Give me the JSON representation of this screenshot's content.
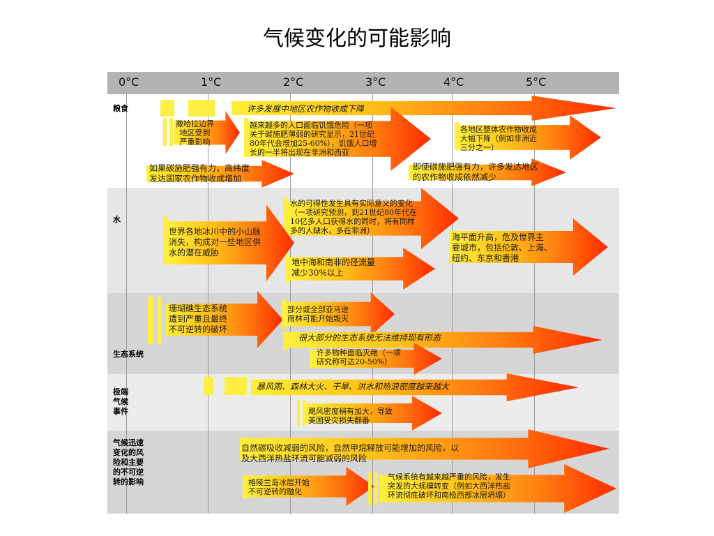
{
  "title": "气候变化的可能影响",
  "degrees": [
    "0°C",
    "1°C",
    "2°C",
    "3°C",
    "4°C",
    "5°C"
  ],
  "categories": {
    "food": "粮食",
    "water": "水",
    "eco": "生态系统",
    "extreme": "极端\n气候\n事件",
    "abrupt": "气候迅速\n变化的风\n险和主要\n的不可逆\n转的影响"
  },
  "labels": {
    "f1": "许多发展中地区农作物收成下降",
    "f2": "撒哈拉边界\n地区受到\n严重影响",
    "f3": "越来越多的人口面临饥饿危险（一项\n关于碳施肥薄弱的研究显示，21世纪\n80年代会增加25-60%），饥饿人口增\n长的一半将出现在非洲和西亚",
    "f4": "各地区整体农作物收成\n大幅下降（例如非洲近\n三分之一）",
    "f5": "如果碳施肥强有力，高纬度\n发达国家农作物收成增加",
    "f6": "即使碳施肥强有力，许多发达地区\n的农作物收成依然减少",
    "w1": "水的可得性发生具有实际意义的变化\n（一项研究预测，到21世纪80年代在\n10亿多人口获得水的同时，将有同样\n多的人缺水，多在非洲）",
    "w2": "世界各地冰川中的小山脉\n消失，构成对一些地区供\n水的潜在威胁",
    "w3": "海平面升高，危及世界主\n要城市，包括伦敦、上海、\n纽约、东京和香港",
    "w4": "地中海和南非的径流量\n减少30%以上",
    "e1": "珊瑚礁生态系统\n遭到严重且最终\n不可逆转的破坏",
    "e2": "部分或全部亚马逊\n雨林可能开始毁灭",
    "e3": "很大部分的生态系统无法维持现有形态",
    "e4": "许多物种面临灭绝（一项\n研究称可达20-50%）",
    "x1": "暴风雨、森林大火、干旱、洪水和热浪密度越来越大",
    "x2": "飓风密度稍有加大，导致\n美国受灾损失翻番",
    "a1": "自然碳吸收减弱的风险，自然甲烷释放可能增加的风险，以\n及大西洋热盐环流可能减弱的风险",
    "a2": "格陵兰岛冰层开始\n不可逆转的融化",
    "a3": "气候系统有越来越严重的风险，发生\n突发的大规模转变（例如大西洋热盐\n环流彻底破坏和南极西部冰层坍塌）"
  }
}
